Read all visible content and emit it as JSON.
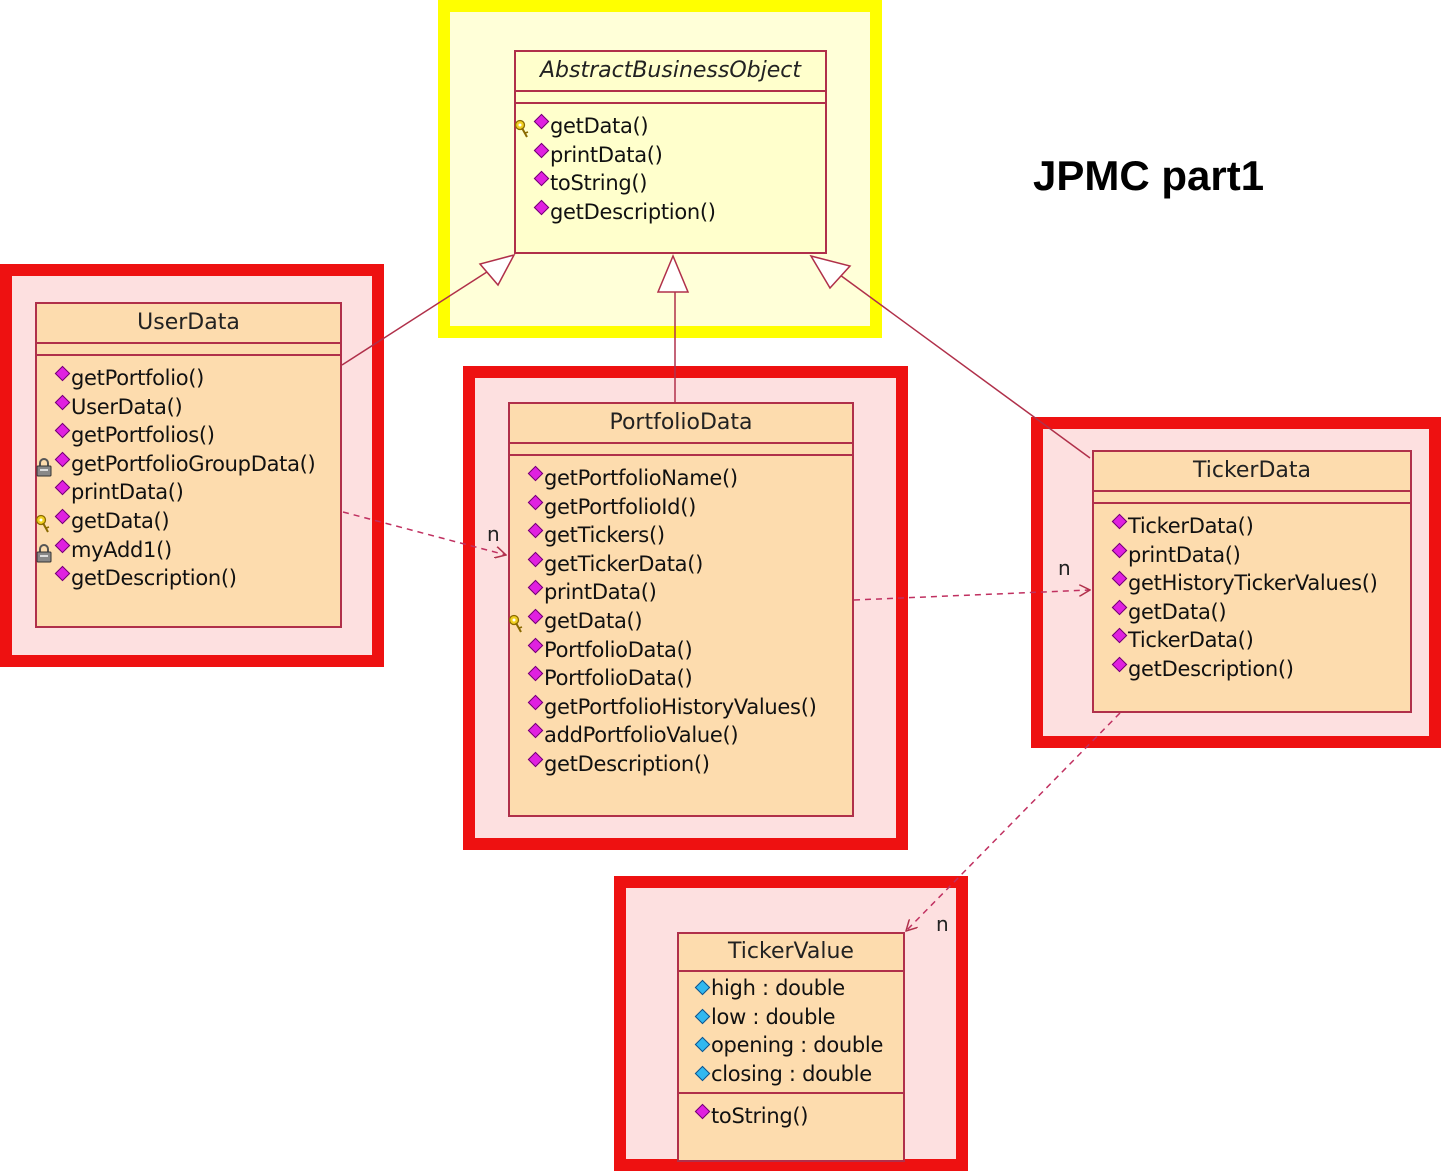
{
  "title": "JPMC part1",
  "colors": {
    "highlight_red": "#ee1111",
    "highlight_yellow": "#ffff00",
    "class_fill": "#fddcae",
    "class_border": "#b0304a",
    "operation_icon": "#e020e0",
    "attribute_icon": "#30b8f0"
  },
  "classes": {
    "abstract_business_object": {
      "name": "AbstractBusinessObject",
      "operations": [
        {
          "name": "getData()",
          "marker": "key-icon"
        },
        {
          "name": "printData()"
        },
        {
          "name": "toString()"
        },
        {
          "name": "getDescription()"
        }
      ]
    },
    "user_data": {
      "name": "UserData",
      "operations": [
        {
          "name": "getPortfolio()"
        },
        {
          "name": "UserData()"
        },
        {
          "name": "getPortfolios()"
        },
        {
          "name": "getPortfolioGroupData()",
          "marker": "lock-icon"
        },
        {
          "name": "printData()"
        },
        {
          "name": "getData()",
          "marker": "key-icon"
        },
        {
          "name": "myAdd1()",
          "marker": "lock-icon"
        },
        {
          "name": "getDescription()"
        }
      ]
    },
    "portfolio_data": {
      "name": "PortfolioData",
      "operations": [
        {
          "name": "getPortfolioName()"
        },
        {
          "name": "getPortfolioId()"
        },
        {
          "name": "getTickers()"
        },
        {
          "name": "getTickerData()"
        },
        {
          "name": "printData()"
        },
        {
          "name": "getData()",
          "marker": "key-icon"
        },
        {
          "name": "PortfolioData()"
        },
        {
          "name": "PortfolioData()"
        },
        {
          "name": "getPortfolioHistoryValues()"
        },
        {
          "name": "addPortfolioValue()"
        },
        {
          "name": "getDescription()"
        }
      ]
    },
    "ticker_data": {
      "name": "TickerData",
      "operations": [
        {
          "name": "TickerData()"
        },
        {
          "name": "printData()"
        },
        {
          "name": "getHistoryTickerValues()"
        },
        {
          "name": "getData()"
        },
        {
          "name": "TickerData()"
        },
        {
          "name": "getDescription()"
        }
      ]
    },
    "ticker_value": {
      "name": "TickerValue",
      "attributes": [
        {
          "name": "high : double"
        },
        {
          "name": "low : double"
        },
        {
          "name": "opening : double"
        },
        {
          "name": "closing : double"
        }
      ],
      "operations": [
        {
          "name": "toString()"
        }
      ]
    }
  },
  "multiplicities": {
    "user_to_portfolio": "n",
    "portfolio_to_ticker": "n",
    "ticker_to_value": "n"
  }
}
